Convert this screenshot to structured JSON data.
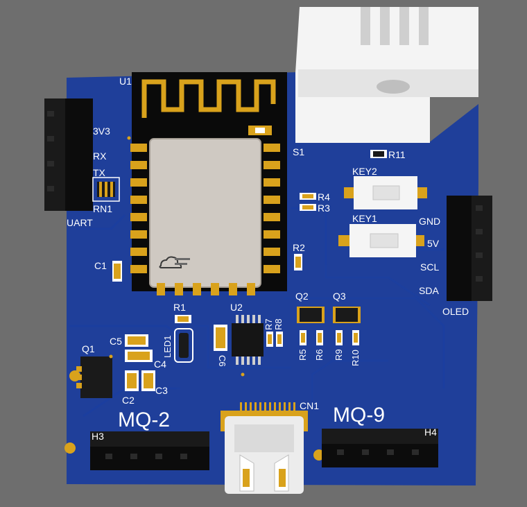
{
  "board": {
    "soldermask_color": "#1f3f9a",
    "background_color": "#6e6e6e",
    "silkscreen_color": "#ffffff",
    "pad_color": "#d9a21c"
  },
  "labels": {
    "u1": "U1",
    "s1": "S1",
    "r11": "R11",
    "key2": "KEY2",
    "key1": "KEY1",
    "r4": "R4",
    "r3": "R3",
    "r2": "R2",
    "uart_3v3": "3V3",
    "uart_rx": "RX",
    "uart_tx": "TX",
    "rn1": "RN1",
    "uart": "UART",
    "c1": "C1",
    "oled_gnd": "GND",
    "oled_5v": "5V",
    "oled_scl": "SCL",
    "oled_sda": "SDA",
    "oled": "OLED",
    "r1": "R1",
    "u2": "U2",
    "q2": "Q2",
    "q3": "Q3",
    "r7": "R7",
    "r8": "R8",
    "r5": "R5",
    "r6": "R6",
    "r9": "R9",
    "r10": "R10",
    "c5": "C5",
    "led1": "LED1",
    "c6": "C6",
    "q1": "Q1",
    "c4": "C4",
    "c3": "C3",
    "c2": "C2",
    "cn1": "CN1",
    "mq2": "MQ-2",
    "mq9": "MQ-9",
    "h3": "H3",
    "h4": "H4"
  },
  "icons": [
    "wifi-antenna-icon",
    "cloud-logo-icon"
  ]
}
